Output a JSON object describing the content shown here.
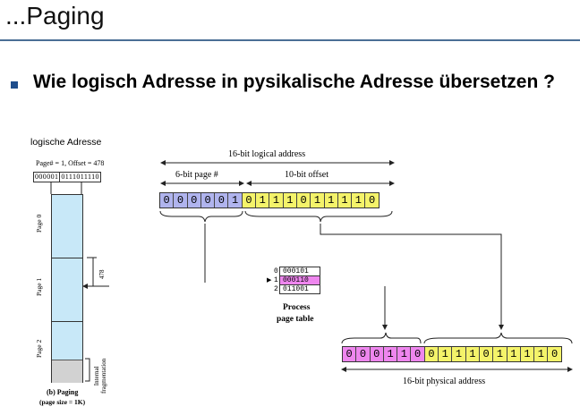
{
  "slide": {
    "title": "...Paging",
    "heading": "Wie logisch Adresse in pysikalische Adresse übersetzen ?",
    "note": "logische Adresse"
  },
  "left_figure": {
    "page_info": "Page# = 1, Offset = 478",
    "address_page": "000001",
    "address_offset": "0111011110",
    "pages": [
      "Page 0",
      "Page 1",
      "Page 2"
    ],
    "offset_label": "478",
    "internal_label_line1": "Internal",
    "internal_label_line2": "fragmentation",
    "caption_line1": "(b) Paging",
    "caption_line2": "(page size = 1K)"
  },
  "logical_address": {
    "title": "16-bit logical address",
    "page_label": "6-bit page #",
    "offset_label": "10-bit offset",
    "page_bits": [
      "0",
      "0",
      "0",
      "0",
      "0",
      "1"
    ],
    "offset_bits": [
      "0",
      "1",
      "1",
      "1",
      "0",
      "1",
      "1",
      "1",
      "1",
      "0"
    ]
  },
  "page_table": {
    "rows": [
      {
        "index": "0",
        "value": "000101",
        "highlight": false
      },
      {
        "index": "1",
        "value": "000110",
        "highlight": true
      },
      {
        "index": "2",
        "value": "011001",
        "highlight": false
      }
    ],
    "caption_line1": "Process",
    "caption_line2": "page table"
  },
  "physical_address": {
    "title": "16-bit physical address",
    "frame_bits": [
      "0",
      "0",
      "0",
      "1",
      "1",
      "0"
    ],
    "offset_bits": [
      "0",
      "1",
      "1",
      "1",
      "0",
      "1",
      "1",
      "1",
      "1",
      "0"
    ]
  },
  "colors": {
    "page_bits": "#b0b4ee",
    "offset_bits": "#f4f36a",
    "frame_bits": "#ee86ee",
    "memory_pages": "#c8e8f8",
    "title_rule": "#4a6e95"
  }
}
